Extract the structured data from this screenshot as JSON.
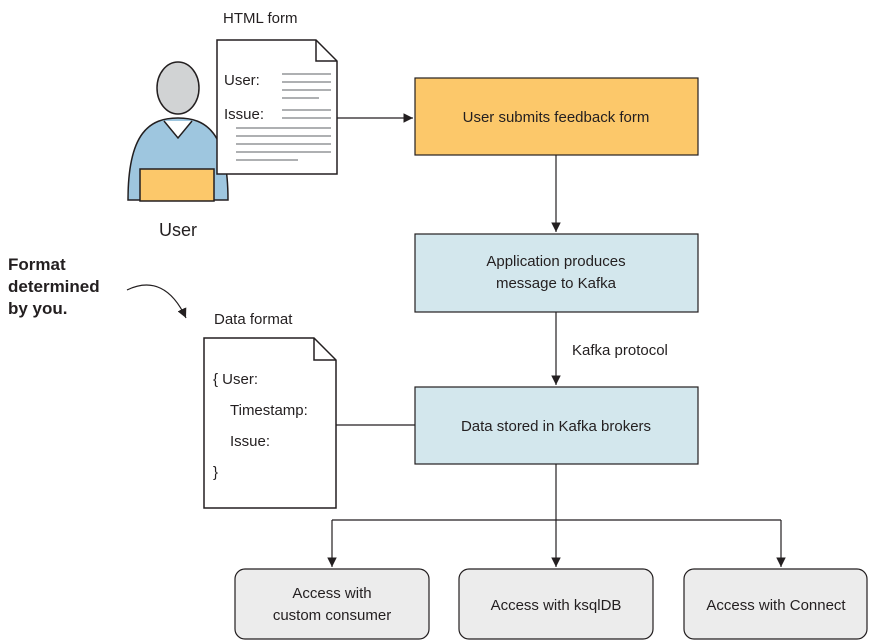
{
  "user": {
    "label": "User"
  },
  "html_form": {
    "caption": "HTML form",
    "field_user": "User:",
    "field_issue": "Issue:"
  },
  "steps": {
    "submit": "User submits feedback form",
    "produce_line1": "Application produces",
    "produce_line2": "message to Kafka",
    "store": "Data stored in Kafka brokers"
  },
  "protocol_label": "Kafka protocol",
  "data_format": {
    "caption": "Data format",
    "line1": "{  User:",
    "line2": "Timestamp:",
    "line3": "Issue:",
    "line4": "}"
  },
  "annotation": {
    "line1": "Format",
    "line2": "determined",
    "line3": "by you."
  },
  "access": {
    "consumer_line1": "Access with",
    "consumer_line2": "custom consumer",
    "ksqldb": "Access with ksqlDB",
    "connect": "Access with Connect"
  },
  "colors": {
    "submit_fill": "#fcc86a",
    "kafka_fill": "#d3e7ed",
    "access_fill": "#ececec",
    "person_body": "#9ec6df",
    "person_head": "#d1d3d4",
    "laptop": "#fcc86a"
  },
  "icons": {
    "user": "person-with-laptop-icon",
    "form": "document-icon",
    "data": "document-icon"
  }
}
